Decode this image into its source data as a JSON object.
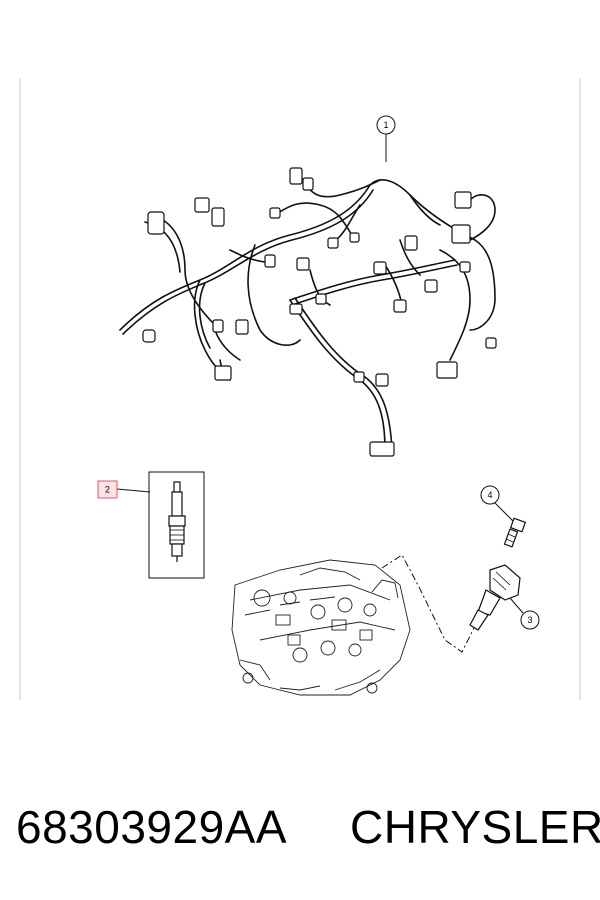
{
  "callouts": [
    {
      "id": "callout-1",
      "label": "1"
    },
    {
      "id": "callout-2",
      "label": "2",
      "highlighted": true
    },
    {
      "id": "callout-3",
      "label": "3"
    },
    {
      "id": "callout-4",
      "label": "4"
    }
  ],
  "footer": {
    "part_number": "68303929AA",
    "brand": "CHRYSLER"
  },
  "colors": {
    "line": "#111111",
    "highlight": "#e05a6a",
    "background": "#ffffff"
  }
}
